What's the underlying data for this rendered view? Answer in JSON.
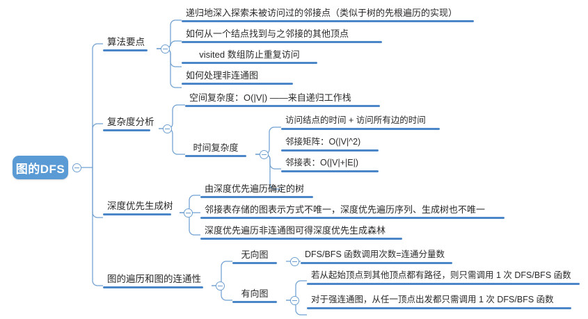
{
  "mindmap": {
    "root": {
      "label": "图的DFS",
      "icon": "collapse-toggle"
    },
    "branches": [
      {
        "label": "算法要点",
        "children": [
          {
            "label": "递归地深入探索未被访问过的邻接点（类似于树的先根遍历的实现）"
          },
          {
            "label": "如何从一个结点找到与之邻接的其他顶点"
          },
          {
            "label": "visited 数组防止重复访问"
          },
          {
            "label": "如何处理非连通图"
          }
        ]
      },
      {
        "label": "复杂度分析",
        "children": [
          {
            "label": "空间复杂度：O(|V|) ——来自递归工作栈"
          },
          {
            "label": "时间复杂度",
            "children": [
              {
                "label": "访问结点的时间 + 访问所有边的时间"
              },
              {
                "label": "邻接矩阵：O(|V|^2)"
              },
              {
                "label": "邻接表：O(|V|+|E|)"
              }
            ]
          }
        ]
      },
      {
        "label": "深度优先生成树",
        "children": [
          {
            "label": "由深度优先遍历确定的树"
          },
          {
            "label": "邻接表存储的图表示方式不唯一，深度优先遍历序列、生成树也不唯一"
          },
          {
            "label": "深度优先遍历非连通图可得深度优先生成森林"
          }
        ]
      },
      {
        "label": "图的遍历和图的连通性",
        "children": [
          {
            "label": "无向图",
            "children": [
              {
                "label": "DFS/BFS 函数调用次数=连通分量数"
              }
            ]
          },
          {
            "label": "有向图",
            "children": [
              {
                "label": "若从起始顶点到其他顶点都有路径，则只需调用 1 次 DFS/BFS 函数"
              },
              {
                "label": "对于强连通图，从任一顶点出发都只需调用 1 次 DFS/BFS 函数"
              }
            ]
          }
        ]
      }
    ],
    "colors": {
      "root_fill": "#5b9bd5",
      "root_text": "#ffffff",
      "bar": "#4a86c8",
      "connector": "#6f9fd0",
      "text": "#2a2a2a",
      "background": "#ffffff"
    }
  }
}
